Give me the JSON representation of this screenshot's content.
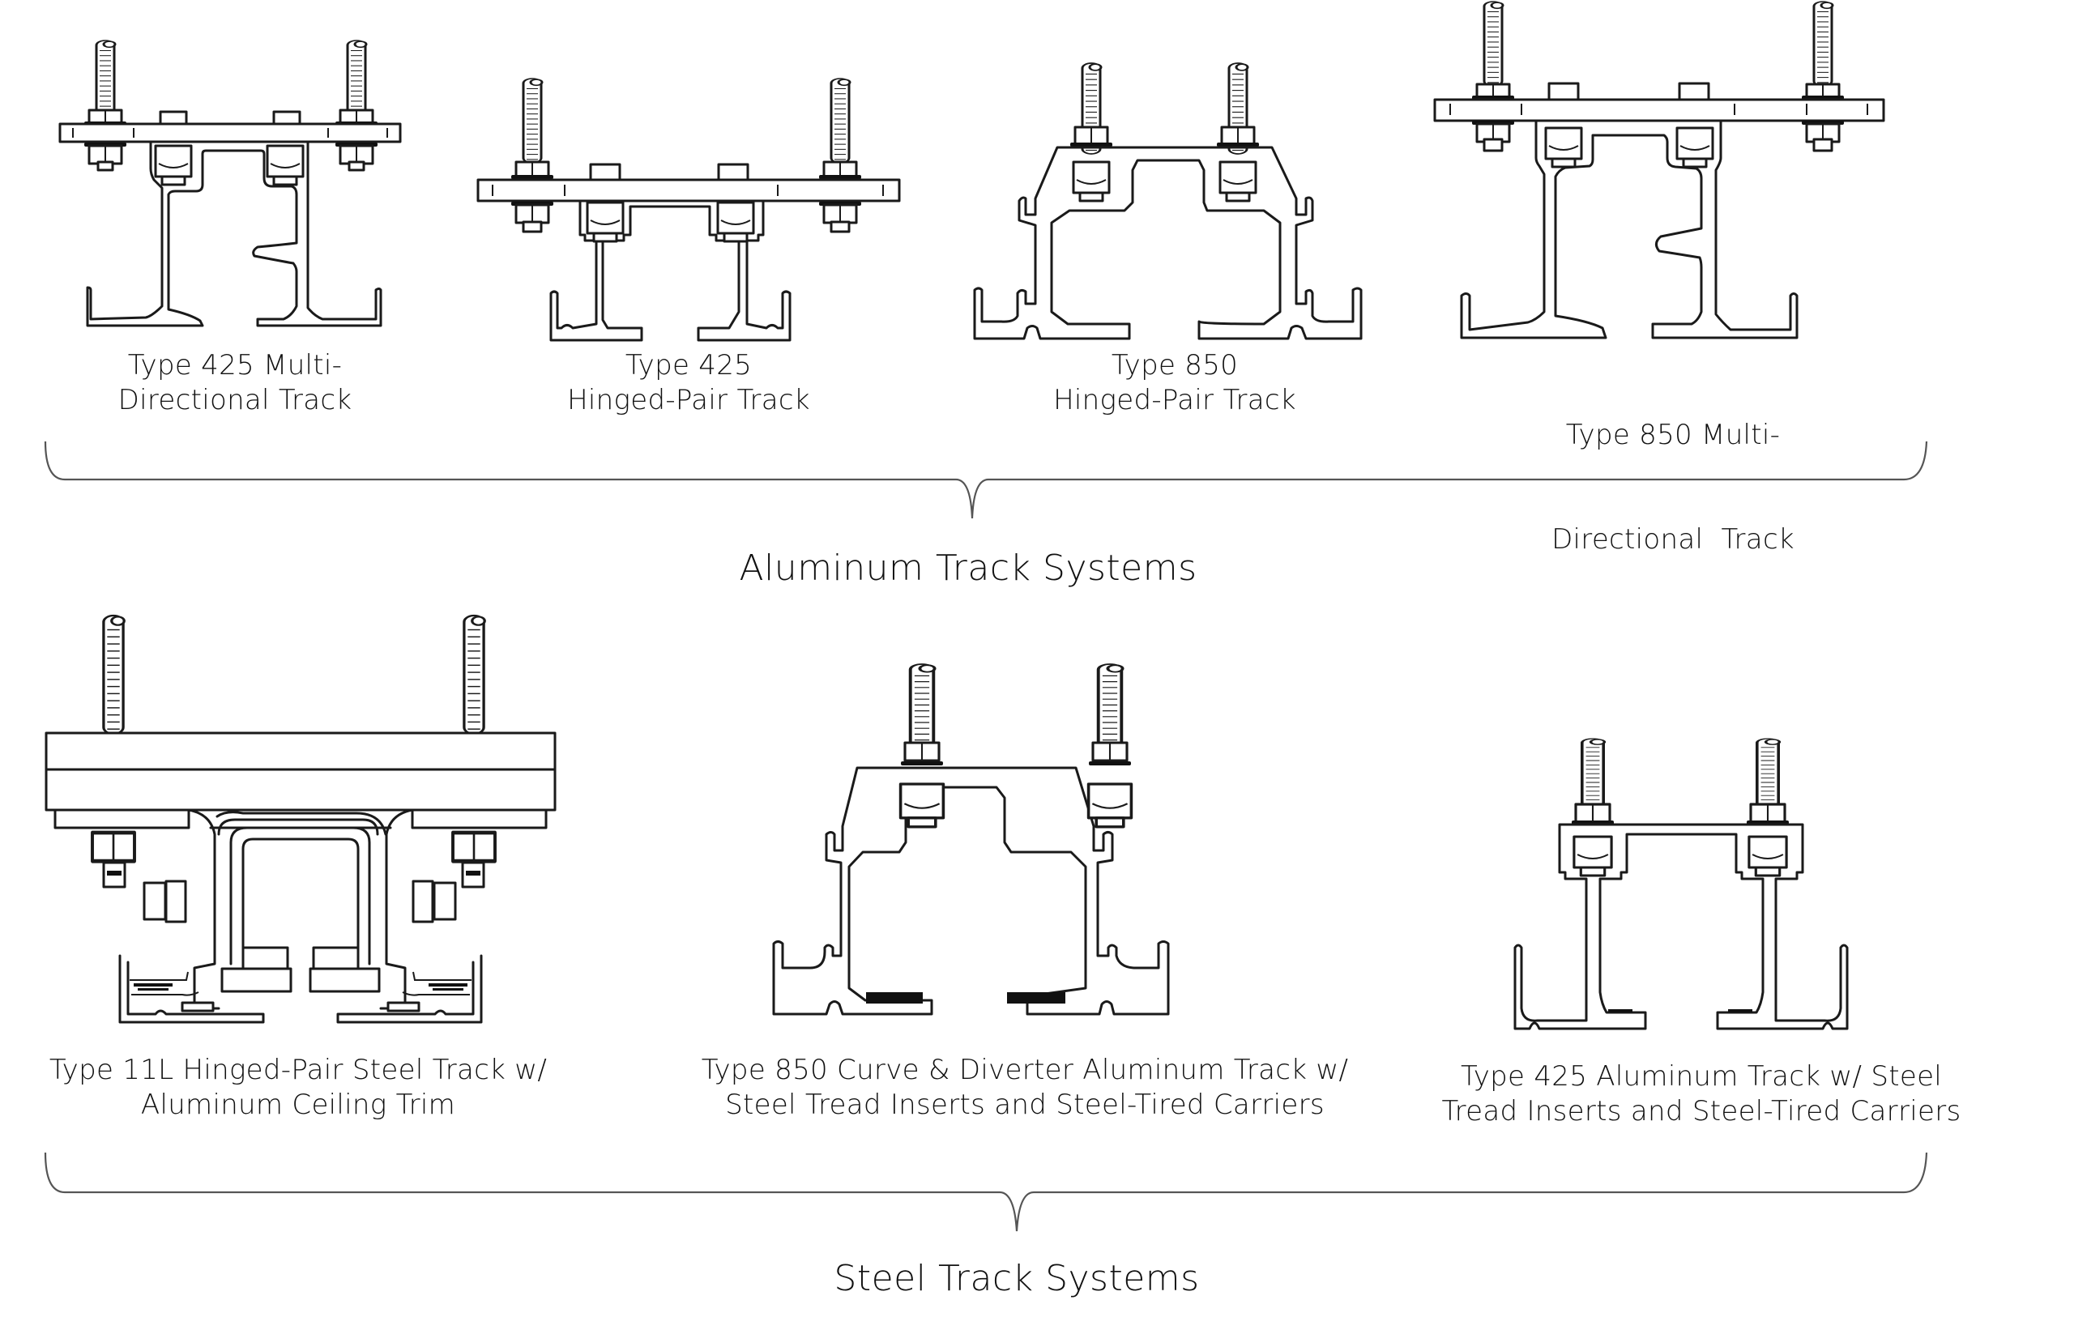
{
  "diagram": {
    "aluminum_group": {
      "title": "Aluminum Track Systems",
      "items": [
        {
          "id": "type-425-multi-directional",
          "label_lines": [
            "Type 425 Multi-",
            "Directional Track"
          ]
        },
        {
          "id": "type-425-hinged-pair",
          "label_lines": [
            "Type 425",
            "Hinged-Pair Track"
          ]
        },
        {
          "id": "type-850-hinged-pair",
          "label_lines": [
            "Type 850",
            "Hinged-Pair Track"
          ]
        },
        {
          "id": "type-850-multi-directional",
          "label_lines": [
            "Type 850 Multi-",
            "Directional  Track"
          ]
        }
      ]
    },
    "steel_group": {
      "title": "Steel Track Systems",
      "items": [
        {
          "id": "type-11l-hinged-pair-steel",
          "label_lines": [
            "Type 11L Hinged-Pair Steel Track w/",
            "Aluminum Ceiling Trim"
          ]
        },
        {
          "id": "type-850-curve-diverter",
          "label_lines": [
            "Type 850 Curve & Diverter Aluminum Track w/",
            "Steel Tread Inserts and Steel-Tired Carriers"
          ]
        },
        {
          "id": "type-425-aluminum-steel-tread",
          "label_lines": [
            "Type 425 Aluminum Track w/ Steel",
            "Tread Inserts and Steel-Tired Carriers"
          ]
        }
      ]
    },
    "colors": {
      "line": "#1a1a1a",
      "brace": "#555555",
      "background": "#ffffff"
    }
  }
}
